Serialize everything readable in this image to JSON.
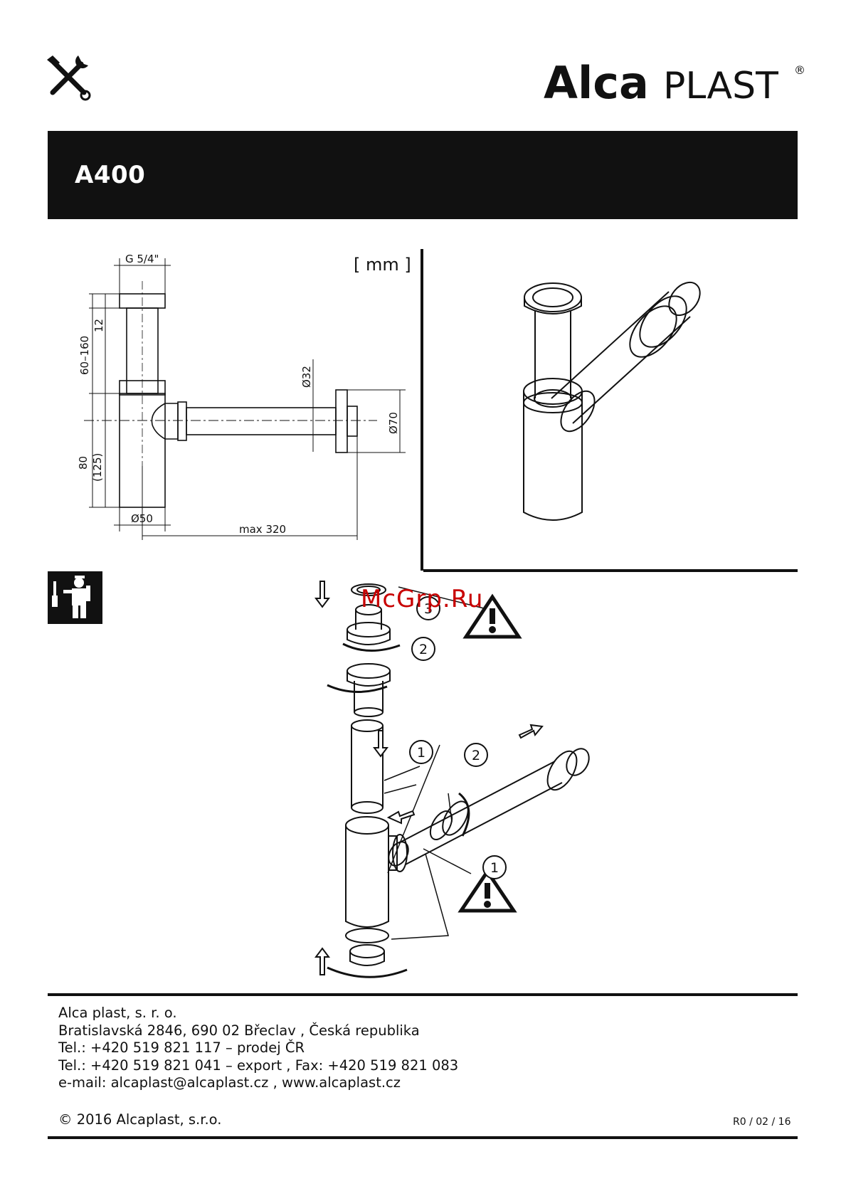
{
  "brand": {
    "alca": "Alca",
    "plast": "PLAST",
    "registered": "®"
  },
  "product": {
    "title": "A400"
  },
  "drawing": {
    "units": "[ mm ]",
    "thread": "G 5/4\"",
    "dim_12": "12",
    "dim_60_160": "60–160",
    "dim_80": "80",
    "dim_125": "(125)",
    "dim_d32": "Ø32",
    "dim_d70": "Ø70",
    "dim_d50": "Ø50",
    "dim_max320": "max 320"
  },
  "assembly": {
    "callouts": [
      "3",
      "2",
      "1",
      "2",
      "1"
    ]
  },
  "watermark": "McGrp.Ru",
  "footer": {
    "lines": [
      "Alca plast, s. r. o.",
      "Bratislavská 2846, 690 02 Břeclav , Česká republika",
      "Tel.: +420 519 821 117 – prodej ČR",
      "Tel.: +420 519 821 041 – export , Fax: +420 519 821 083",
      "e-mail: alcaplast@alcaplast.cz , www.alcaplast.cz"
    ],
    "copyright": "© 2016 Alcaplast, s.r.o.",
    "revision": "R0 / 02 / 16"
  }
}
